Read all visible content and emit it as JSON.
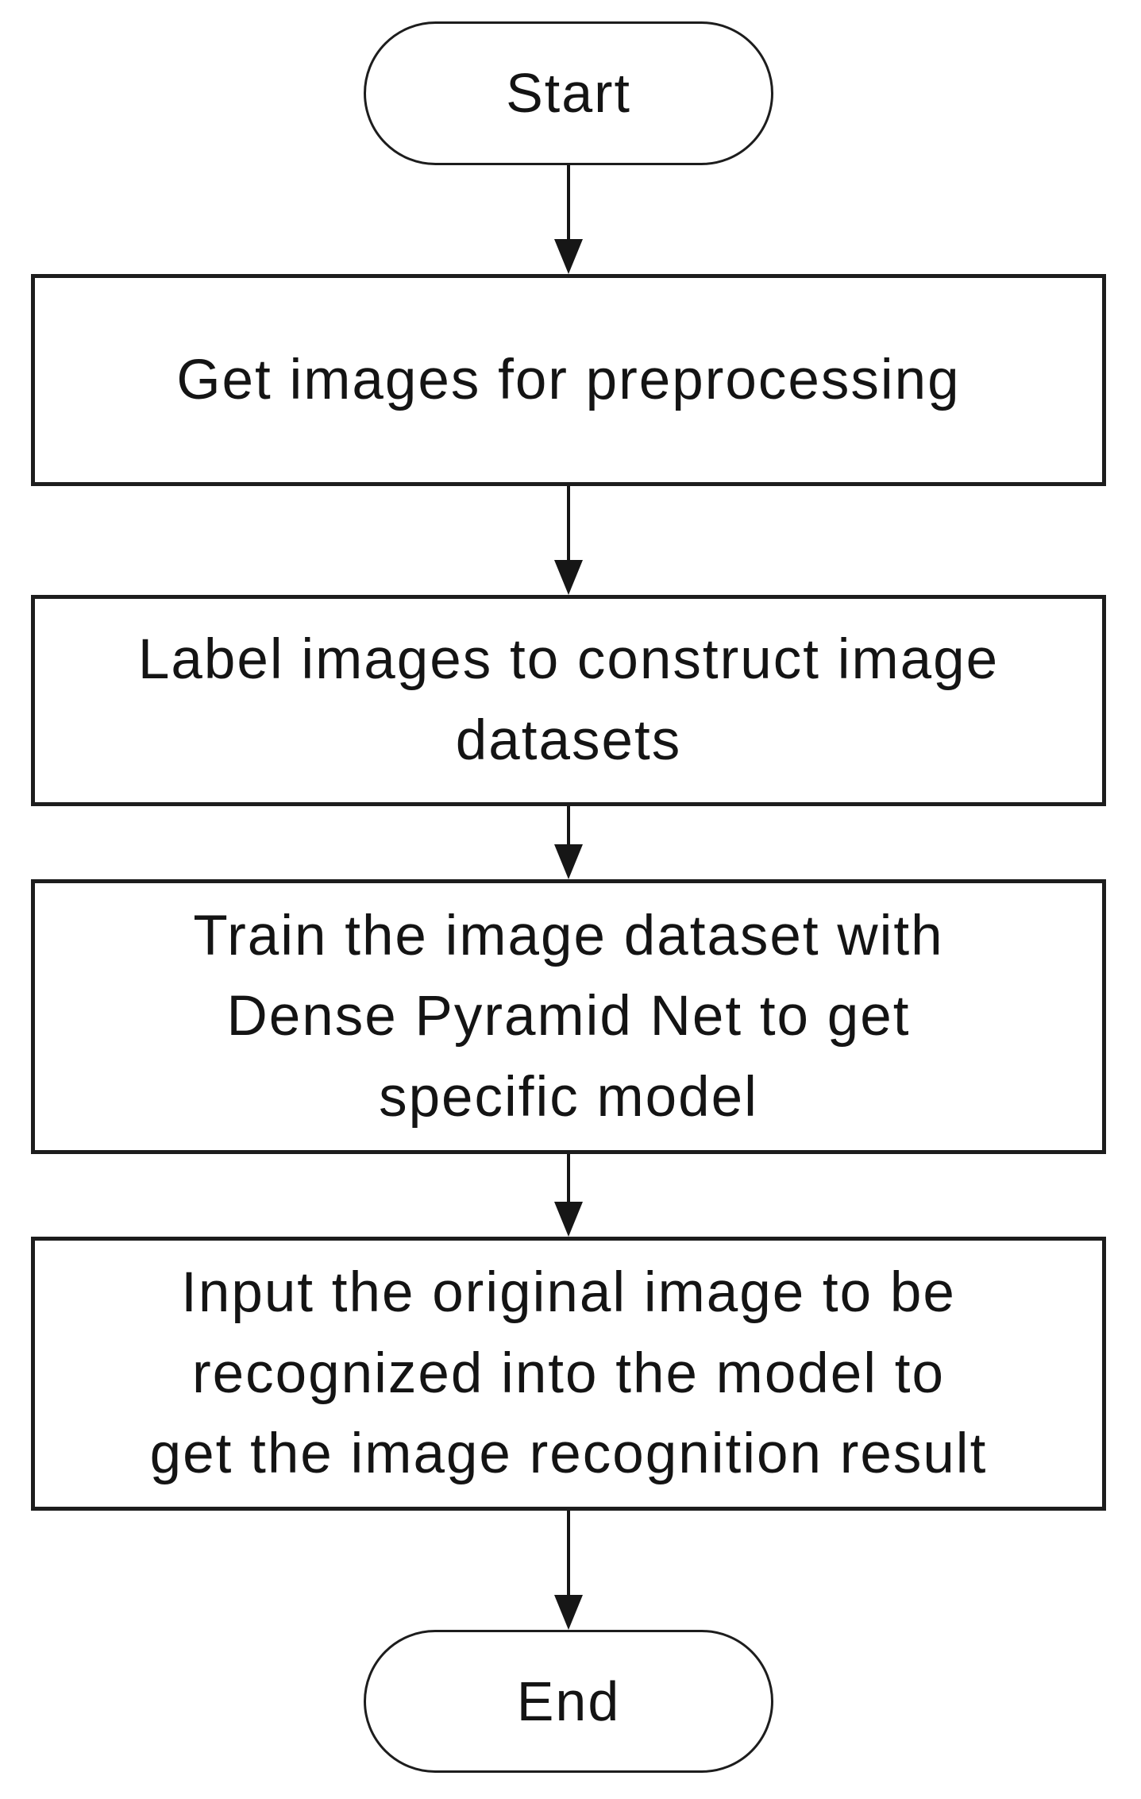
{
  "figure": {
    "background_color": "#ffffff",
    "stroke_color": "#1d1d1d",
    "text_color": "#141414"
  },
  "flowchart": {
    "type": "flowchart",
    "direction": "top-down",
    "nodes": [
      {
        "id": "start",
        "shape": "terminator",
        "label": "Start"
      },
      {
        "id": "preprocess",
        "shape": "process",
        "label": "Get images for preprocessing"
      },
      {
        "id": "label-data",
        "shape": "process",
        "label": "Label images to construct image\ndatasets"
      },
      {
        "id": "train",
        "shape": "process",
        "label": "Train the image dataset with\nDense Pyramid Net to get\nspecific model"
      },
      {
        "id": "recognize",
        "shape": "process",
        "label": "Input the original image to be\nrecognized into the model to\nget the image recognition result"
      },
      {
        "id": "end",
        "shape": "terminator",
        "label": "End"
      }
    ],
    "edges": [
      {
        "from": "start",
        "to": "preprocess",
        "style": "arrow-down"
      },
      {
        "from": "preprocess",
        "to": "label-data",
        "style": "arrow-down"
      },
      {
        "from": "label-data",
        "to": "train",
        "style": "arrow-down"
      },
      {
        "from": "train",
        "to": "recognize",
        "style": "arrow-down"
      },
      {
        "from": "recognize",
        "to": "end",
        "style": "arrow-down"
      }
    ]
  }
}
